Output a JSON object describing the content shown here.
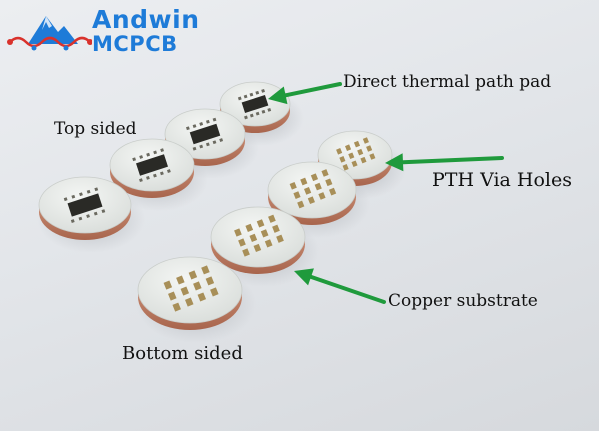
{
  "logo": {
    "brand_name": "Andwin",
    "brand_sub": "MCPCB",
    "brand_color": "#1e7bd8",
    "accent_color": "#d9322c",
    "icon": "mountain-circuit-logo"
  },
  "labels": {
    "top_sided": "Top sided",
    "direct_thermal_pad": "Direct thermal path pad",
    "pth_via_holes": "PTH Via Holes",
    "copper_substrate": "Copper substrate",
    "bottom_sided": "Bottom sided"
  },
  "colors": {
    "arrow": "#1f9a3c",
    "board_face": "#e9ece9",
    "copper_edge": "#c8856a",
    "pad_dark": "#2a2a26",
    "pad_gold": "#a88f58"
  }
}
